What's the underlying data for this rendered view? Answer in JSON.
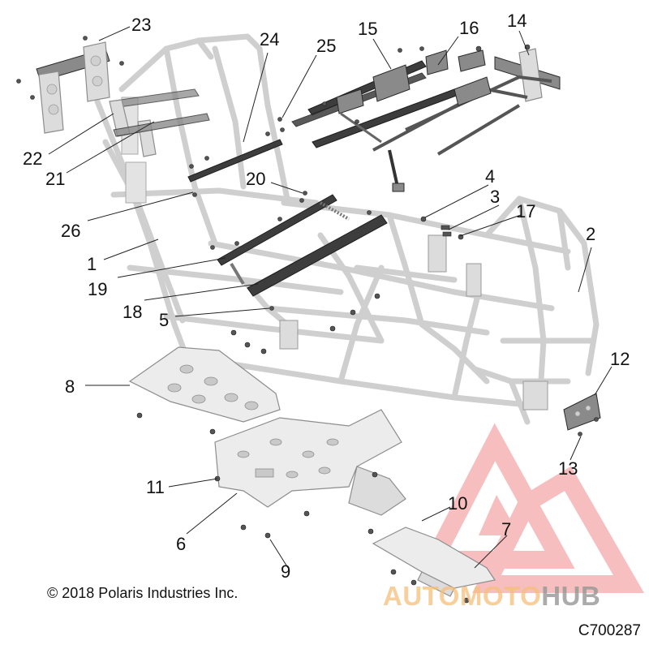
{
  "copyright": "© 2018 Polaris Industries Inc.",
  "figure_code": "C700287",
  "watermark": {
    "part1": "AUTOMOTO",
    "part2": "HUB",
    "color_primary": "#f08a8a",
    "color_text": "#f6be78",
    "color_hub": "#969696"
  },
  "colors": {
    "frame": "#cfcfcf",
    "rail": "#3d3d3d",
    "callout_text": "#111111"
  },
  "callouts": {
    "c1": "1",
    "c2": "2",
    "c3": "3",
    "c4": "4",
    "c5": "5",
    "c6": "6",
    "c7": "7",
    "c8": "8",
    "c9": "9",
    "c10": "10",
    "c11": "11",
    "c12": "12",
    "c13": "13",
    "c14": "14",
    "c15": "15",
    "c16": "16",
    "c17": "17",
    "c18": "18",
    "c19": "19",
    "c20": "20",
    "c21": "21",
    "c22": "22",
    "c23": "23",
    "c24": "24",
    "c25": "25",
    "c26": "26"
  }
}
